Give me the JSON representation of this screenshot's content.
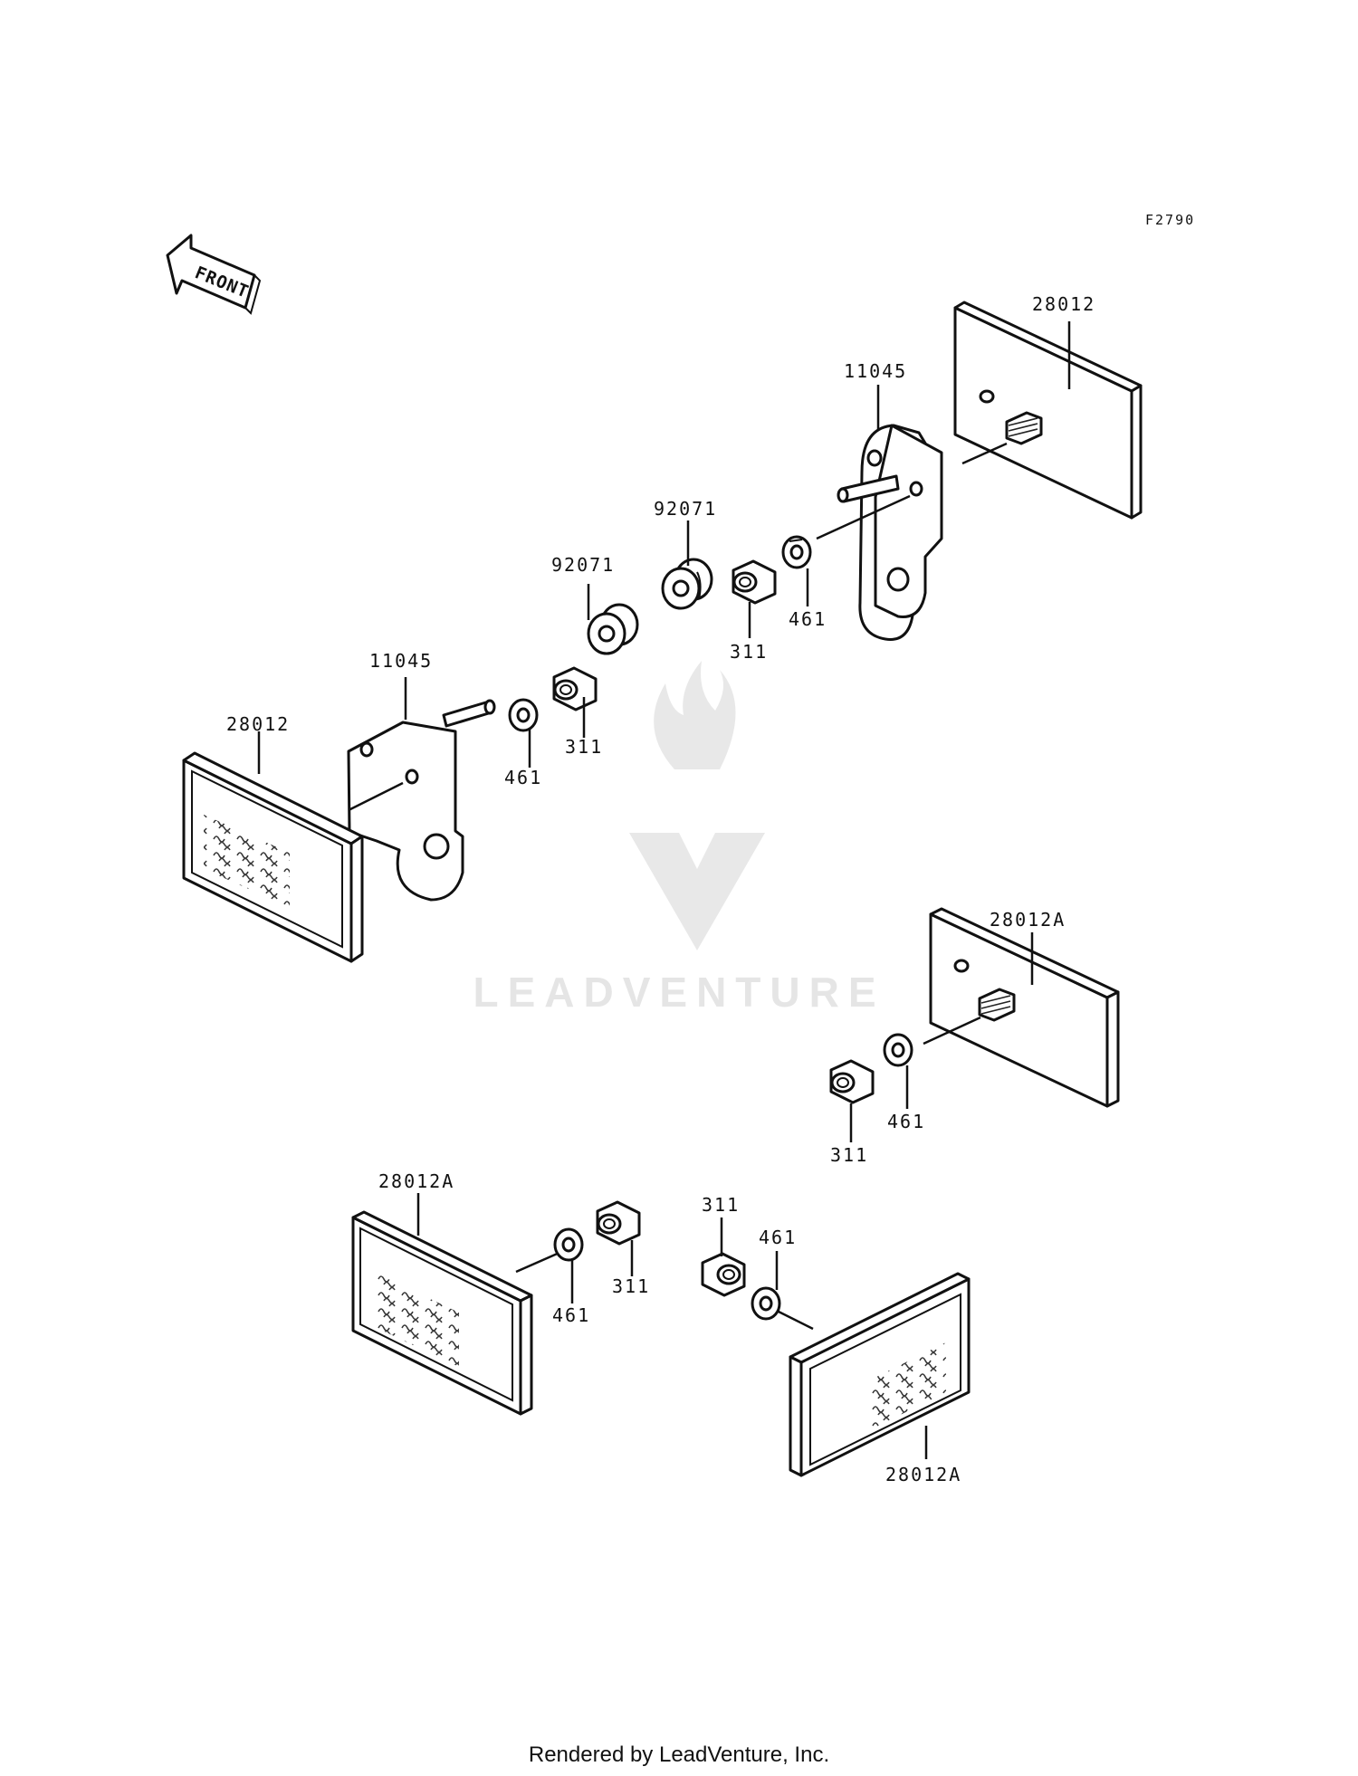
{
  "diagram": {
    "code": "F2790",
    "front_label": "FRONT",
    "watermark": "LEADVENTURE",
    "footer": "Rendered by LeadVenture, Inc.",
    "labels": {
      "l1": "28012",
      "l2": "11045",
      "l3": "92071",
      "l4": "92071",
      "l5": "311",
      "l6": "461",
      "l7": "11045",
      "l8": "28012",
      "l9": "311",
      "l10": "461",
      "l11": "28012A",
      "l12": "311",
      "l13": "461",
      "l14": "28012A",
      "l15": "461",
      "l16": "311",
      "l17": "311",
      "l18": "461",
      "l19": "28012A"
    }
  }
}
